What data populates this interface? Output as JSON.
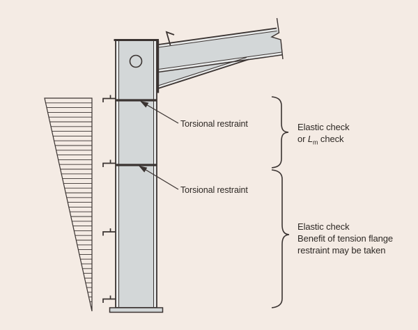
{
  "theme": {
    "bg": "#f4ebe4",
    "steel": "#d3d7d8",
    "steel-light": "#e9ebeb",
    "line": "#3a3331",
    "text": "#2d2824"
  },
  "labels": {
    "torsional_restraint_1": "Torsional restraint",
    "torsional_restraint_2": "Torsional restraint",
    "upper_zone": {
      "line1": "Elastic check",
      "line2_pre": "or ",
      "line2_symbol": "L",
      "line2_subscript": "m",
      "line2_post": " check"
    },
    "lower_zone": {
      "line1": "Elastic check",
      "line2": "Benefit of tension flange",
      "line3": "restraint may be taken"
    }
  }
}
